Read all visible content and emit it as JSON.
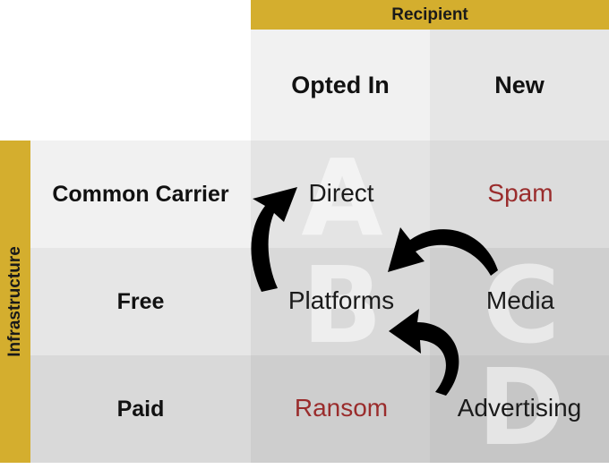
{
  "header": {
    "recipient": "Recipient",
    "infrastructure": "Infrastructure"
  },
  "columns": [
    "Opted In",
    "New"
  ],
  "rows": [
    "Common Carrier",
    "Free",
    "Paid"
  ],
  "cells": {
    "direct": "Direct",
    "spam": "Spam",
    "platforms": "Platforms",
    "media": "Media",
    "ransom": "Ransom",
    "advertising": "Advertising"
  },
  "letters": [
    "A",
    "B",
    "C",
    "D"
  ],
  "colors": {
    "gold": "#d4ae2e",
    "red_text": "#9a2c2c",
    "arrow": "#000000"
  }
}
